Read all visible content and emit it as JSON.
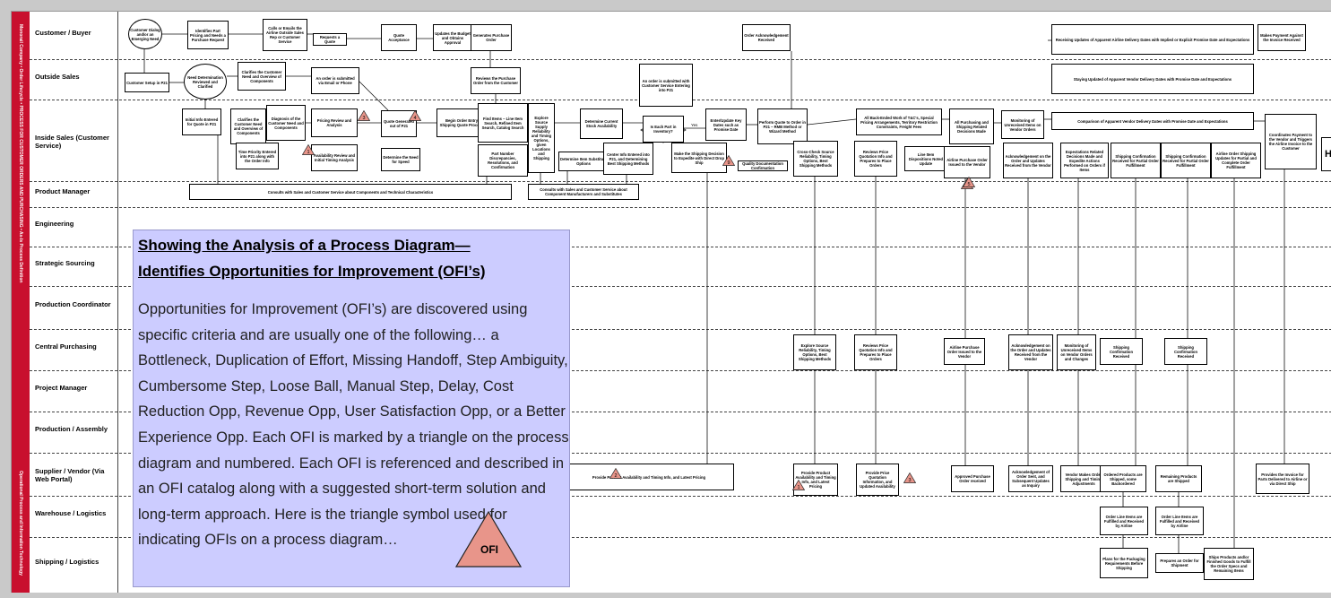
{
  "lanes": [
    {
      "label": "Customer / Buyer"
    },
    {
      "label": "Outside Sales"
    },
    {
      "label": "Inside Sales (Customer Service)"
    },
    {
      "label": "Product Manager"
    },
    {
      "label": "Engineering"
    },
    {
      "label": "Strategic Sourcing"
    },
    {
      "label": "Production Coordinator"
    },
    {
      "label": "Central Purchasing"
    },
    {
      "label": "Project Manager"
    },
    {
      "label": "Production / Assembly"
    },
    {
      "label": "Supplier / Vendor (Via Web Portal)"
    },
    {
      "label": "Warehouse / Logistics"
    },
    {
      "label": "Shipping / Logistics"
    }
  ],
  "side_bar": {
    "text_top": "Monorail Company • Order Lifecycle • PROCESS FOR CUSTOMER ORDERS AND PURCHASING • As-Is Process Definition",
    "text_bottom": "Operational Process and Information Technology"
  },
  "boxes": [
    {
      "text": "Customer Dialog and/or an Emerging Need"
    },
    {
      "text": "Identifies Part Pricing and Needs a Purchase Request"
    },
    {
      "text": "Calls or Emails the Airline Outside Sales Rep or Customer Service"
    },
    {
      "text": "Requests a Quote"
    },
    {
      "text": "Quote Acceptance"
    },
    {
      "text": "Updates the Budget and Obtains Approval"
    },
    {
      "text": "Generates Purchase Order"
    },
    {
      "text": "Order Acknowledgement Received"
    },
    {
      "text": "Receiving Updates of Apparent Airline Delivery Dates with Implied or Explicit Promise Date and Expectations"
    },
    {
      "text": "Makes Payment Against the Invoice Received"
    },
    {
      "text": "Customer Setup in P21"
    },
    {
      "text": "Need Determination Reviewed and Clarified"
    },
    {
      "text": "Clarifies the Customer Need and Overview of Components"
    },
    {
      "text": "An order is submitted via Email or Phone"
    },
    {
      "text": "Reviews the Purchase Order from the Customer"
    },
    {
      "text": "An order is submitted with Customer Service Entering into P21"
    },
    {
      "text": "Staying Updated of Apparent Vendor Delivery Dates with Promise Date and Expectations"
    },
    {
      "text": "Initial Info Entered for Quote in P21"
    },
    {
      "text": "Clarifies the Customer Need and Overview of Components"
    },
    {
      "text": "Diagnosis of the Customer Need and Components"
    },
    {
      "text": "Pricing Review and Analysis"
    },
    {
      "text": "Quote Generated out of P21"
    },
    {
      "text": "Begin Order Entry Shipping Quote Process"
    },
    {
      "text": "Find Items – Line Item Search, Refined Item Search, Catalog Search"
    },
    {
      "text": "Explore Source Supply Reliability and Timing Options, given Locations and Shipping"
    },
    {
      "text": "Determine Current Stock Availability"
    },
    {
      "text": "Is Each Part in Inventory?"
    },
    {
      "text": "Enter/Update Key Dates such as Promise Date"
    },
    {
      "text": "Perform Quote to Order in P21 – RMB Method or Wizard Method"
    },
    {
      "text": "All Back-Ended Work of T&C's, Special Pricing Arrangements, Territory Restriction Constraints, Freight Fees"
    },
    {
      "text": "All Purchasing and Shipping Related Decisions Made"
    },
    {
      "text": "Monitoring of Unreceived Items on Vendor Orders"
    },
    {
      "text": "Comparison of Apparent Vendor Delivery Dates with Promise Date and Expectations"
    },
    {
      "text": "Coordinates Payment to the Vendor and Triggers the Airline Invoice to the Customer"
    },
    {
      "text": "Time Priority Entered into P21 along with the Order Info"
    },
    {
      "text": "Availability Review and Initial Timing Analysis"
    },
    {
      "text": "Determine the Need for Speed"
    },
    {
      "text": "Part Number Discrepancies, Resolutions, and Confirmation"
    },
    {
      "text": "Determine Item Substitute Options"
    },
    {
      "text": "Center Info Entered into P21, and Determining Best Shipping Methods"
    },
    {
      "text": "Make the Shipping Decision to Expedite with Direct Drop Ship"
    },
    {
      "text": "Quality Documentation Confirmation"
    },
    {
      "text": "Cross-Check Source Reliability, Timing Options, Best Shipping Methods"
    },
    {
      "text": "Reviews Price Quotation Info and Prepares to Place Orders"
    },
    {
      "text": "Line Item Dispositions Noted Update"
    },
    {
      "text": "Airline Purchase Order Issued to the Vendor"
    },
    {
      "text": "Acknowledgement on the Order and Updates Received from the Vendor"
    },
    {
      "text": "Expectations Related Decisions Made and Expedite Actions Performed on Orders if Items"
    },
    {
      "text": "Shipping Confirmation Received for Partial Order Fulfillment"
    },
    {
      "text": "Shipping Confirmation Received for Partial Order Fulfillment"
    },
    {
      "text": "Airline Order Shipping Updates for Partial and Complete Order Fulfillment"
    },
    {
      "text": "Consults with Sales and Customer Service about Components and Technical Characteristics"
    },
    {
      "text": "Consults with Sales and Customer Service about Component Manufacturers and Substitutes"
    },
    {
      "text": "Explore Source Reliability, Timing Options, Best Shipping Methods"
    },
    {
      "text": "Reviews Price Quotation Info and Prepares to Place Orders"
    },
    {
      "text": "Airline Purchase Order Issued to the Vendor"
    },
    {
      "text": "Acknowledgement on the Order and Updates Received from the Vendor"
    },
    {
      "text": "Monitoring of Unreceived Items on Vendor Orders and Changes"
    },
    {
      "text": "Shipping Confirmation Received"
    },
    {
      "text": "Shipping Confirmation Received"
    },
    {
      "text": "Provide Product Availability and Timing Info, and Latest Pricing"
    },
    {
      "text": "Provide Product Availability and Timing Info, and Latest Pricing"
    },
    {
      "text": "Provide Price Quotation Information, and Updated Availability"
    },
    {
      "text": "Approved Purchase Order received"
    },
    {
      "text": "Acknowledgement of Order Sent, and Subsequent Updates as Inquiry"
    },
    {
      "text": "Vendor Makes Order Shipping and Timing Adjustments"
    },
    {
      "text": "Ordered Products are Shipped, some Backordered"
    },
    {
      "text": "Remaining Products are Shipped"
    },
    {
      "text": "Provides the Invoice for Parts Delivered to Airline or via Direct Ship"
    },
    {
      "text": "Order Line Items are Fulfilled and Received by Airline"
    },
    {
      "text": "Order Line Items are Fulfilled and Received by Airline"
    },
    {
      "text": "Plans for the Packaging Requirements Before Shipping"
    },
    {
      "text": "Prepares an Order for Shipment"
    },
    {
      "text": "Ships Products and/or Finished Goods to Fulfill the Order Specs and Remaining Items"
    }
  ],
  "flow_labels": {
    "yes": "Yes",
    "no": "No"
  },
  "ofi_markers": [
    "3",
    "4",
    "1",
    "9",
    "2",
    "5",
    "1",
    "3",
    "5"
  ],
  "overlay": {
    "title_line1": "Showing the Analysis of a Process Diagram—",
    "title_line2": "Identifies Opportunities for Improvement (OFI’s)",
    "body": "Opportunities for Improvement (OFI’s) are discovered using specific criteria and are usually one of the following… a Bottleneck, Duplication of Effort, Missing Handoff, Step Ambiguity, Cumbersome Step, Loose Ball, Manual Step, Delay, Cost Reduction Opp, Revenue Opp, User Satisfaction Opp, or a Better Experience Opp. Each OFI is marked by a triangle on the process diagram and numbered. Each OFI is referenced and described in an OFI catalog along with a suggested short-term solution and long-term approach. Here is the triangle symbol used for indicating OFIs on a process diagram…",
    "triangle_label": "OFI",
    "triangle_color": "#e8958a"
  },
  "right_edge_letter": "H"
}
